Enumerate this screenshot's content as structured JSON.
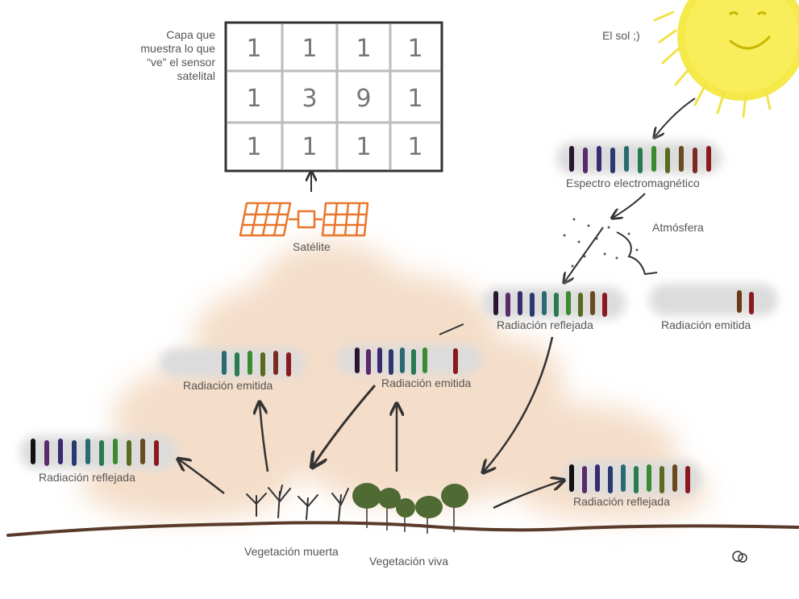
{
  "labels": {
    "sensor_layer": [
      "Capa que",
      "muestra lo que",
      "“ve” el sensor",
      "satelital"
    ],
    "sun": "El sol ;)",
    "spectrum": "Espectro electromagnético",
    "atmosphere": "Atmósfera",
    "satellite": "Satélite",
    "reflected_right": "Radiación reflejada",
    "emitted_right": "Radiación emitida",
    "emitted_left": "Radiación emitida",
    "emitted_center": "Radiación emitida",
    "reflected_left": "Radiación reflejada",
    "reflected_bottom_right": "Radiación reflejada",
    "dead_vegetation": "Vegetación muerta",
    "live_vegetation": "Vegetación viva"
  },
  "sensor_grid": [
    [
      "1",
      "1",
      "1",
      "1"
    ],
    [
      "1",
      "3",
      "9",
      "1"
    ],
    [
      "1",
      "1",
      "1",
      "1"
    ]
  ],
  "colors": {
    "spectrum_full": [
      "#2a1530",
      "#5a2a6a",
      "#3a2a70",
      "#2a3a70",
      "#2a6a70",
      "#2a7a50",
      "#3a8a30",
      "#5a6a20",
      "#6a4a20",
      "#7a2a20",
      "#8a1a20"
    ],
    "spectrum_reflected_right": [
      "#2a1530",
      "#5a2a6a",
      "#3a2a70",
      "#2a3a70",
      "#2a6a70",
      "#2a7a50",
      "#3a8a30",
      "#5a6a20",
      "#6a4a20",
      "#8a1a20"
    ],
    "spectrum_emitted_right": [
      "#6a3a15",
      "#8a1a20"
    ],
    "spectrum_emitted_left": [
      "#2a6a70",
      "#2a7a50",
      "#3a8a30",
      "#5a6a20",
      "#7a2a20",
      "#8a1a20"
    ],
    "spectrum_emitted_center": [
      "#2a1530",
      "#5a2a6a",
      "#3a2a70",
      "#2a3a70",
      "#2a6a70",
      "#2a7a50",
      "#3a8a30",
      "#8a1a20"
    ],
    "spectrum_reflected_left": [
      "#111111",
      "#5a2a6a",
      "#3a2a70",
      "#2a3a70",
      "#2a6a70",
      "#2a7a50",
      "#3a8a30",
      "#5a6a20",
      "#6a4a20",
      "#8a1a20"
    ],
    "spectrum_reflected_bottom_right": [
      "#111111",
      "#5a2a6a",
      "#3a2a70",
      "#2a3a70",
      "#2a6a70",
      "#2a7a50",
      "#3a8a30",
      "#5a6a20",
      "#6a4a20",
      "#8a1a20"
    ],
    "sun": "#f6e94a",
    "cloud": "#f3d8c0",
    "ground": "#5a3a2a",
    "satellite": "#e8762b",
    "tree": "#4f6a33"
  }
}
